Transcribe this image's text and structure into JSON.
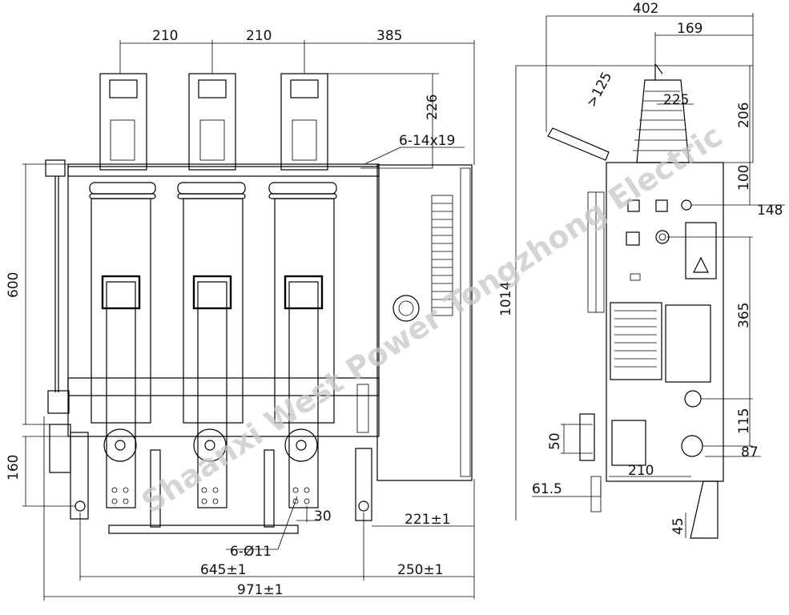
{
  "watermark": "Shaanxi West Power Tongzhong Electric",
  "front_view": {
    "dim_210_a": "210",
    "dim_210_b": "210",
    "dim_385": "385",
    "dim_226": "226",
    "dim_6_14x19": "6-14x19",
    "dim_600": "600",
    "dim_160": "160",
    "dim_30": "30",
    "dim_221": "221±1",
    "dim_6_d11": "6-Ø11",
    "dim_645": "645±1",
    "dim_250": "250±1",
    "dim_971": "971±1"
  },
  "side_view": {
    "dim_402": "402",
    "dim_169": "169",
    "dim_225": "225",
    "dim_125": ">125",
    "dim_206": "206",
    "dim_100": "100",
    "dim_148": "148",
    "dim_1014": "1014",
    "dim_365": "365",
    "dim_115": "115",
    "dim_87": "87",
    "dim_50": "50",
    "dim_210": "210",
    "dim_61_5": "61.5",
    "dim_45": "45"
  },
  "icons": {
    "warning": "warning-triangle-icon"
  }
}
